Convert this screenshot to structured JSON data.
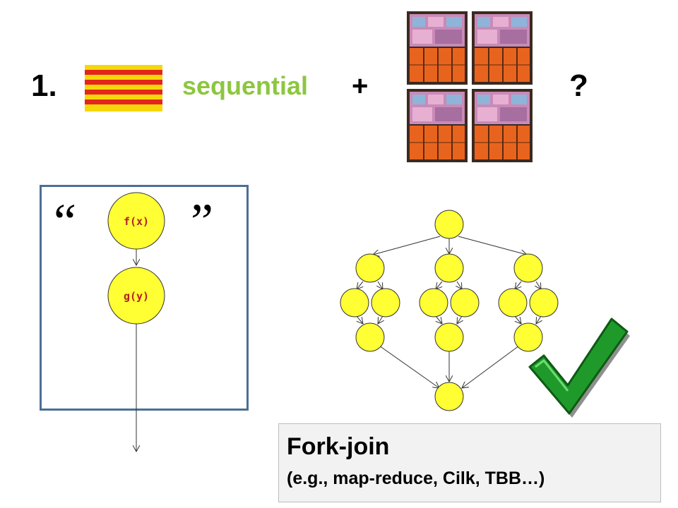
{
  "heading": {
    "number": "1.",
    "word": "sequential",
    "plus": "+",
    "question": "?"
  },
  "flag_icon": "striped-flag-icon",
  "chip_icon": "multicore-processor-dies-icon",
  "sequential_graph": {
    "open_quote": "“",
    "close_quote": "”",
    "nodes": [
      "f(x)",
      "g(y)"
    ]
  },
  "forkjoin_box": {
    "title": "Fork-join",
    "subtitle": "(e.g., map-reduce, Cilk, TBB…)"
  },
  "check_icon": "green-checkmark-icon",
  "colors": {
    "sequential_text": "#8dc63f",
    "node_fill": "#ffff33",
    "box_border": "#4a6f95",
    "code_text": "#b22222",
    "check_green": "#1f9a2a"
  }
}
